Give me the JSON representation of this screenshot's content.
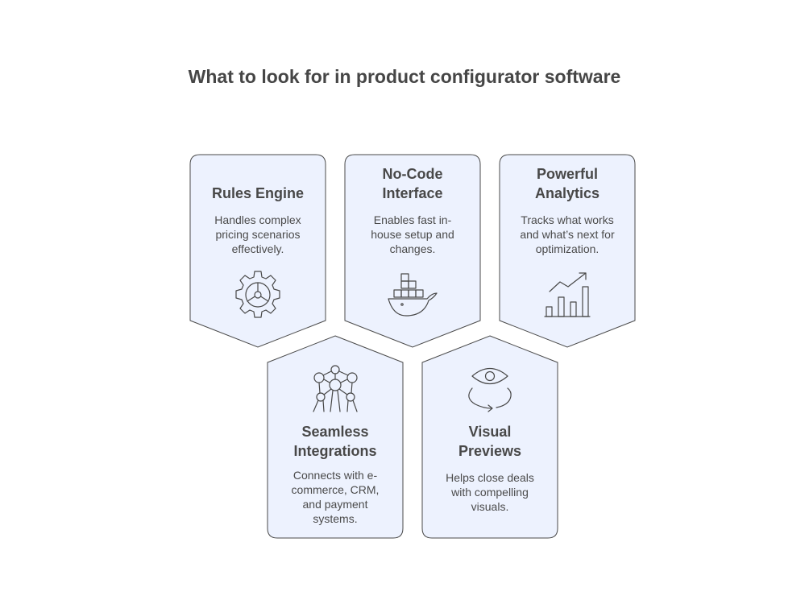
{
  "title": "What to look for in product configurator software",
  "colors": {
    "card_fill": "#edf2fe",
    "card_stroke": "#4a4a4a",
    "text": "#484848"
  },
  "cards": [
    {
      "title": "Rules Engine",
      "description": "Handles complex\npricing scenarios\neffectively.",
      "icon": "gear-icon"
    },
    {
      "title": "No-Code\nInterface",
      "description": "Enables fast in-\nhouse setup and\nchanges.",
      "icon": "docker-whale-icon"
    },
    {
      "title": "Powerful\nAnalytics",
      "description": "Tracks what works\nand what’s next for\noptimization.",
      "icon": "bar-chart-trend-icon"
    },
    {
      "title": "Seamless\nIntegrations",
      "description": "Connects with e-\ncommerce, CRM,\nand payment\nsystems.",
      "icon": "network-molecule-icon"
    },
    {
      "title": "Visual\nPreviews",
      "description": "Helps close deals\nwith compelling\nvisuals.",
      "icon": "eye-rotate-icon"
    }
  ]
}
